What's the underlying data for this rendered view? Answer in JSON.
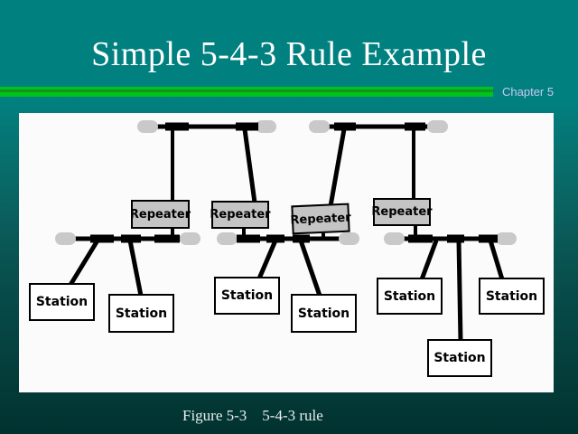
{
  "header": {
    "title": "Simple 5-4-3 Rule Example",
    "chapter": "Chapter 5"
  },
  "figure": {
    "caption": "Figure 5-3    5-4-3 rule"
  },
  "diagram": {
    "repeaters": [
      {
        "label": "Repeater"
      },
      {
        "label": "Repeater"
      },
      {
        "label": "Repeater"
      },
      {
        "label": "Repeater"
      }
    ],
    "stations": [
      {
        "label": "Station"
      },
      {
        "label": "Station"
      },
      {
        "label": "Station"
      },
      {
        "label": "Station"
      },
      {
        "label": "Station"
      },
      {
        "label": "Station"
      },
      {
        "label": "Station"
      }
    ]
  },
  "colors": {
    "background_teal": "#018080",
    "background_bottom": "#023230",
    "divider_green": "#00c41c",
    "divider_green_dark": "#12921f",
    "title_text": "#ffffff",
    "chapter_text": "#c9c9ef",
    "panel_white": "#fbfbfb",
    "repeater_fill": "#c4c4c4",
    "station_fill": "#ffffff",
    "cable_black": "#000000",
    "terminator_gray": "#c9c9c9",
    "caption_text": "#e9eeed"
  }
}
